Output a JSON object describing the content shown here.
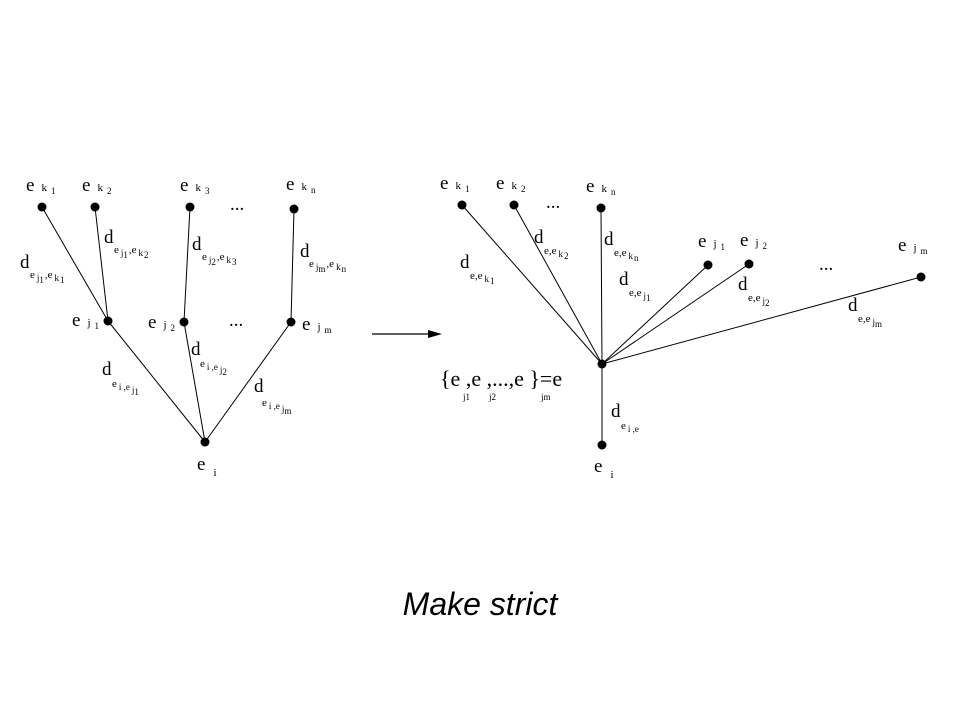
{
  "caption": "Make strict",
  "left_tree": {
    "top_labels": [
      {
        "base": "e",
        "sub": "k",
        "subsub": "1"
      },
      {
        "base": "e",
        "sub": "k",
        "subsub": "2"
      },
      {
        "base": "e",
        "sub": "k",
        "subsub": "3"
      },
      {
        "base": "e",
        "sub": "k",
        "subsub": "n"
      }
    ],
    "mid_labels": [
      {
        "base": "e",
        "sub": "j",
        "subsub": "1"
      },
      {
        "base": "e",
        "sub": "j",
        "subsub": "2"
      },
      {
        "base": "e",
        "sub": "j",
        "subsub": "m"
      }
    ],
    "root_label": {
      "base": "e",
      "sub": "i"
    },
    "ellipsis": "..."
  },
  "right_tree": {
    "top_labels": [
      {
        "base": "e",
        "sub": "k",
        "subsub": "1"
      },
      {
        "base": "e",
        "sub": "k",
        "subsub": "2"
      },
      {
        "base": "e",
        "sub": "k",
        "subsub": "n"
      }
    ],
    "mid_labels": [
      {
        "base": "e",
        "sub": "j",
        "subsub": "1"
      },
      {
        "base": "e",
        "sub": "j",
        "subsub": "2"
      },
      {
        "base": "e",
        "sub": "j",
        "subsub": "m"
      }
    ],
    "root_label": {
      "base": "e",
      "sub": "i"
    },
    "set_expression": "{e ,e ,...,e }=e",
    "set_subscripts": [
      "j1",
      "j2",
      "jm"
    ],
    "ellipsis": "..."
  },
  "edge_labels": {
    "d": "d",
    "e": "e",
    "ee": "e,e",
    "comma": ",",
    "ie": "i ,e",
    "k": "k",
    "j": "j",
    "i": "i",
    "one": "1",
    "two": "2",
    "three": "3",
    "n": "n",
    "m": "m"
  }
}
